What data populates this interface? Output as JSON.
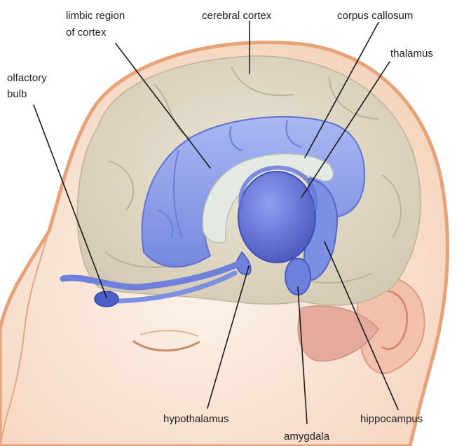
{
  "diagram": {
    "subject": "human brain limbic system",
    "colors": {
      "skin_outline": "#e8a27a",
      "skin_fill": "#fbe9dc",
      "cortex": "#e3dccb",
      "cortex_shadow": "#cfc5ae",
      "limbic_blue": "#8ea2e8",
      "limbic_blue_dark": "#5566c8",
      "callosum": "#e6ebe6",
      "ear": "#f1b9a3",
      "cerebellum": "#e2a79c",
      "label_text": "#222222",
      "leader_line": "#1a1a1a"
    },
    "labels": {
      "limbic_line1": "limbic region",
      "limbic_line2": "of cortex",
      "cerebral_cortex": "cerebral cortex",
      "corpus_callosum": "corpus callosum",
      "thalamus": "thalamus",
      "olfactory_line1": "olfactory",
      "olfactory_line2": "bulb",
      "hypothalamus": "hypothalamus",
      "amygdala": "amygdala",
      "hippocampus": "hippocampus"
    }
  }
}
